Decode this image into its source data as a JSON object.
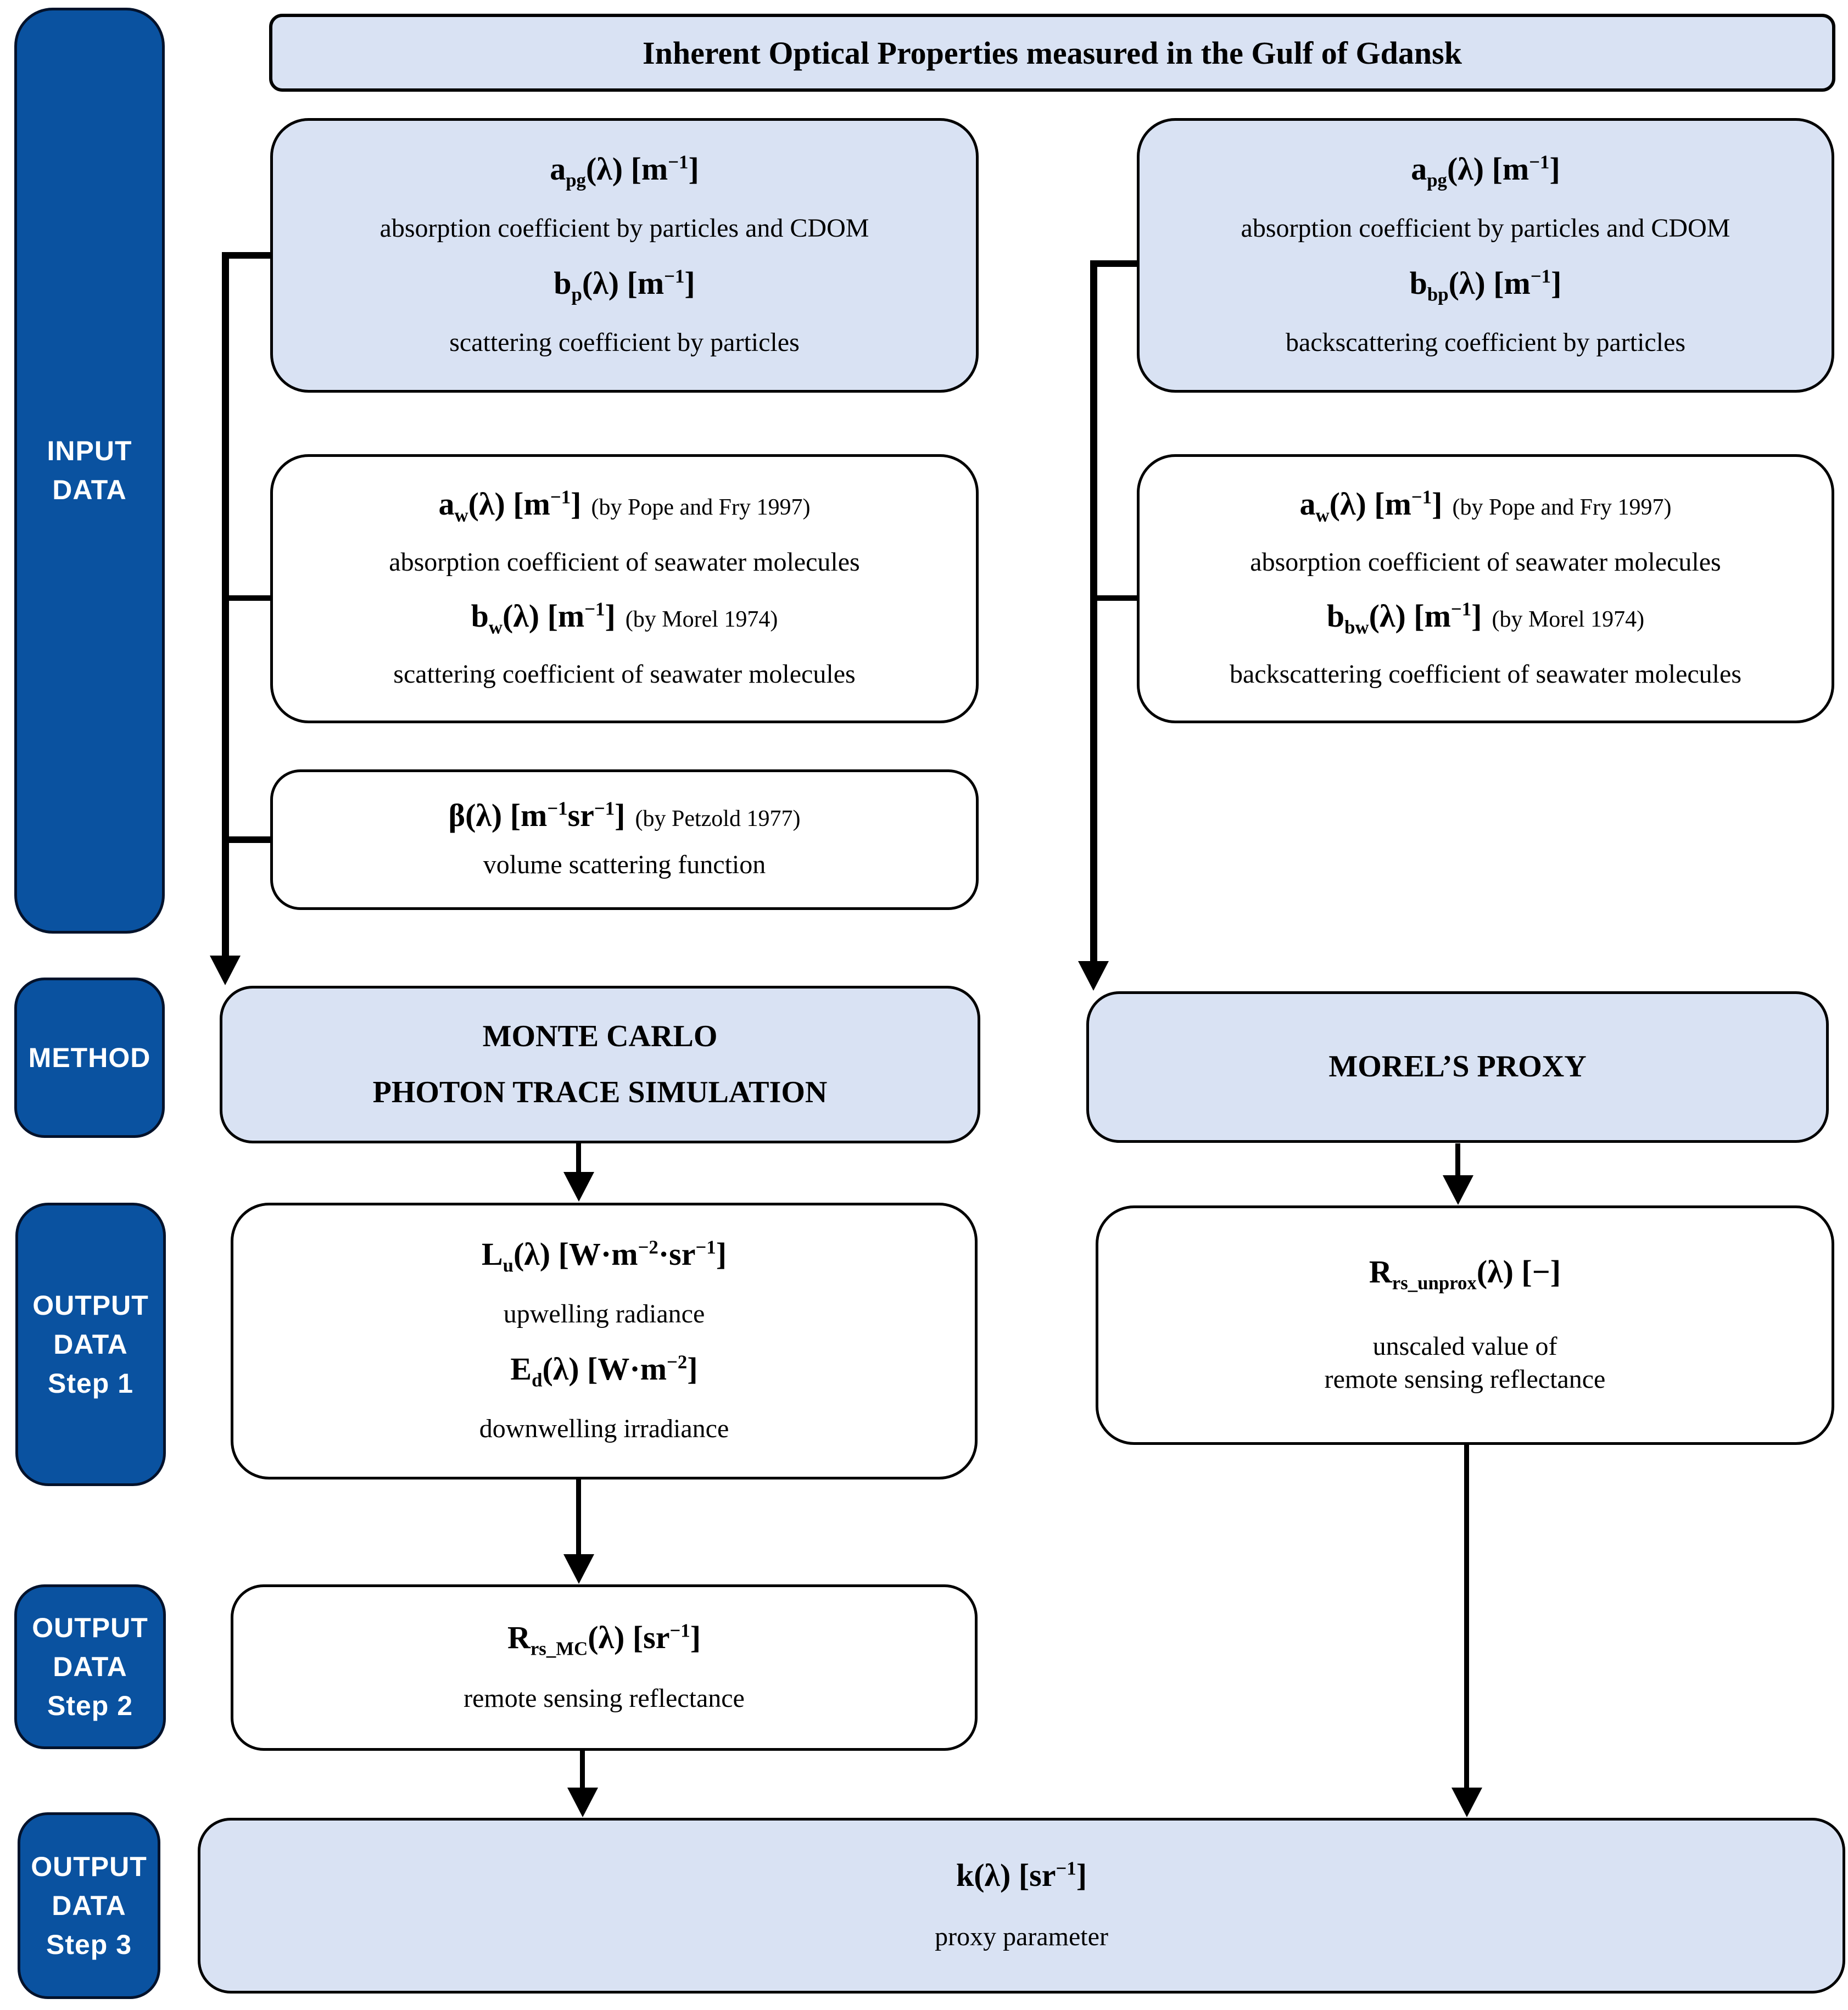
{
  "colors": {
    "sidebar_blue": "#0a52a0",
    "box_light_blue": "#d9e2f3",
    "box_border": "#000000",
    "text": "#000000",
    "sidebar_text": "#ffffff"
  },
  "header": {
    "title": "Inherent Optical Properties measured in the Gulf of Gdansk"
  },
  "sidebar": {
    "input": [
      "INPUT",
      "DATA"
    ],
    "method": [
      "METHOD"
    ],
    "out1": [
      "OUTPUT",
      "DATA",
      "Step 1"
    ],
    "out2": [
      "OUTPUT",
      "DATA",
      "Step 2"
    ],
    "out3": [
      "OUTPUT",
      "DATA",
      "Step 3"
    ]
  },
  "left": {
    "box1": {
      "f1": "a_{pg}(λ) [m^{−1}]",
      "d1": "absorption coefficient by particles and CDOM",
      "f2": "b_{p}(λ) [m^{−1}]",
      "d2": "scattering coefficient by particles"
    },
    "box2": {
      "f1": "a_{w}(λ) [m^{−1}]",
      "n1": "(by Pope and Fry 1997)",
      "d1": "absorption coefficient of seawater molecules",
      "f2": "b_{w}(λ) [m^{−1}]",
      "n2": "(by Morel 1974)",
      "d2": "scattering coefficient of seawater molecules"
    },
    "box3": {
      "f1": "β(λ) [m^{−1}sr^{−1}]",
      "n1": "(by Petzold 1977)",
      "d1": "volume scattering function"
    },
    "method": [
      "MONTE CARLO",
      "PHOTON TRACE SIMULATION"
    ],
    "out1": {
      "f1": "L_{u}(λ) [W·m^{−2}·sr^{−1}]",
      "d1": "upwelling radiance",
      "f2": "E_{d}(λ) [W·m^{−2}]",
      "d2": "downwelling irradiance"
    },
    "out2": {
      "f1": "R_{rs_MC}(λ) [sr^{−1}]",
      "d1": "remote sensing reflectance"
    }
  },
  "right": {
    "box1": {
      "f1": "a_{pg}(λ) [m^{−1}]",
      "d1": "absorption coefficient by particles and CDOM",
      "f2": "b_{bp}(λ) [m^{−1}]",
      "d2": "backscattering coefficient by particles"
    },
    "box2": {
      "f1": "a_{w}(λ) [m^{−1}]",
      "n1": "(by Pope and Fry 1997)",
      "d1": "absorption coefficient of seawater molecules",
      "f2": "b_{bw}(λ) [m^{−1}]",
      "n2": "(by Morel 1974)",
      "d2": "backscattering coefficient of seawater molecules"
    },
    "method": [
      "MOREL’S PROXY"
    ],
    "out1": {
      "f1": "R_{rs_unprox}(λ) [−]",
      "d1": "unscaled value of",
      "d2": "remote sensing reflectance"
    }
  },
  "bottom": {
    "f1": "k(λ) [sr^{−1}]",
    "d1": "proxy parameter"
  }
}
